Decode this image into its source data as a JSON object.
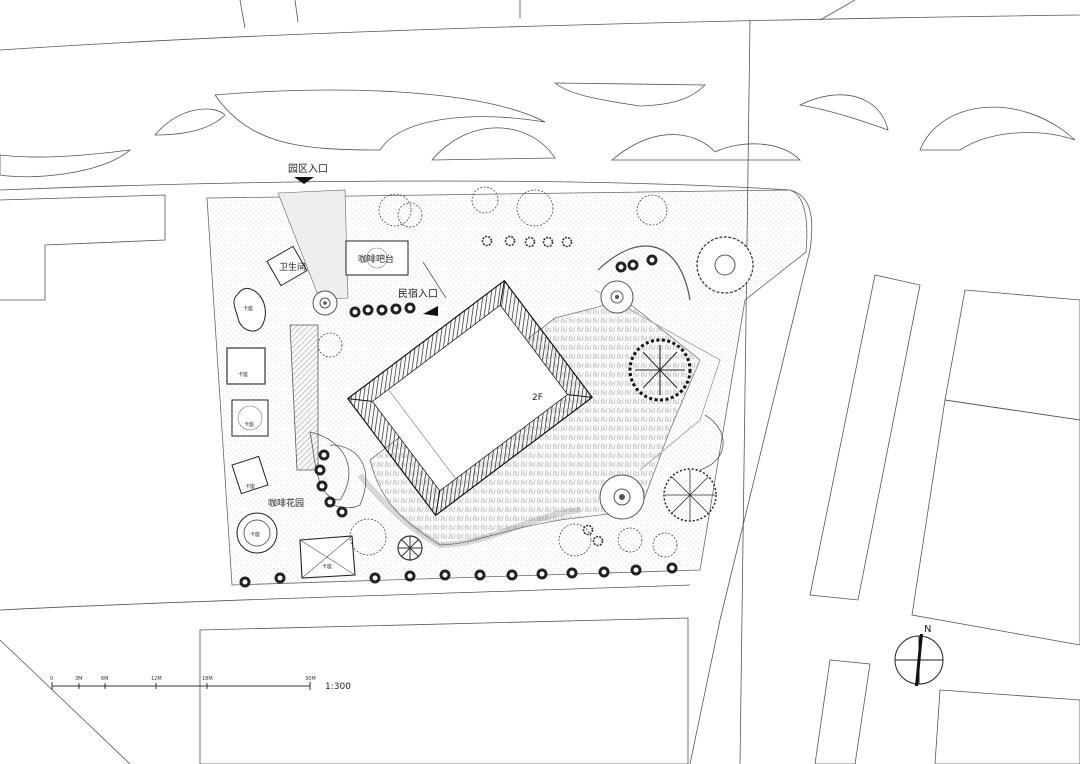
{
  "labels": {
    "park_entrance": "园区入口",
    "restroom": "卫生间",
    "coffee_bar": "咖啡吧台",
    "homestay_entrance": "民宿入口",
    "seat_1": "卡座",
    "seat_2": "卡座",
    "seat_3": "卡座",
    "seat_4": "卡座",
    "seat_5": "卡座",
    "seat_6": "卡座",
    "coffee_garden": "咖啡花园",
    "floor_2f": "2F"
  },
  "scale": {
    "ticks": [
      "0",
      "3M",
      "6M",
      "12M",
      "18M",
      "30M"
    ],
    "ratio": "1:300"
  },
  "compass": {
    "north": "N"
  }
}
